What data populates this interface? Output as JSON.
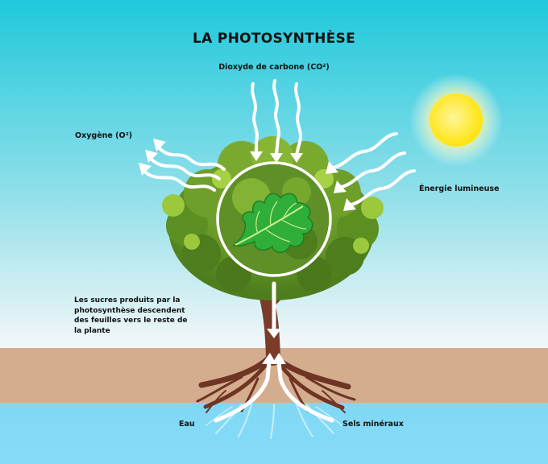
{
  "title": "LA PHOTOSYNTHÈSE",
  "labels": {
    "co2": "Dioxyde de carbone (CO²)",
    "o2": "Oxygène (O²)",
    "light": "Énergie lumineuse",
    "sugar": "Les sucres produits par la photosynthèse descendent des feuilles vers le reste de la plante",
    "water": "Eau",
    "minerals": "Sels minéraux"
  },
  "icons": [
    "sun-icon",
    "tree-icon",
    "leaf-icon",
    "wavy-arrow-icon"
  ],
  "colors": {
    "sky_top": "#1fc8dc",
    "sky_bottom": "#f3f7f8",
    "soil": "#d4ad8f",
    "water": "#7fd8f5",
    "foliage": "#5c8f22",
    "foliage_light": "#9cc83e",
    "leaf": "#2fae3a",
    "trunk": "#7a3b2a",
    "sun": "#ffe600",
    "arrows": "#ffffff"
  }
}
